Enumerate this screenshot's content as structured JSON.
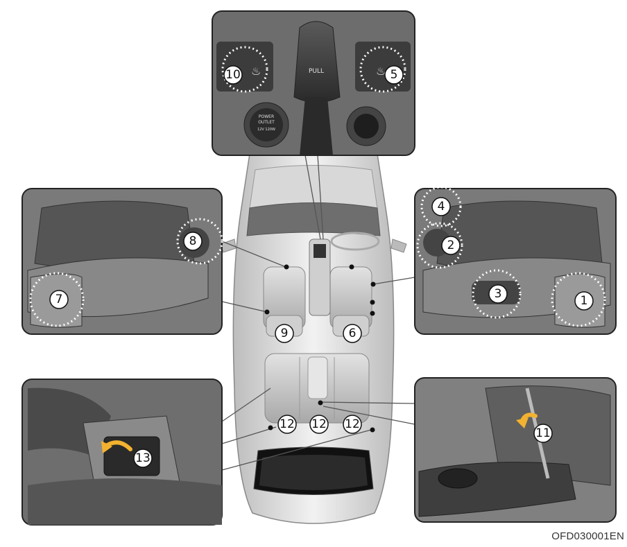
{
  "figure_code": "OFD030001EN",
  "console": {
    "lever_label": "PULL",
    "outlet_label_1": "POWER",
    "outlet_label_2": "OUTLET",
    "outlet_label_3": "12V  120W"
  },
  "callouts": {
    "c1": "1",
    "c2": "2",
    "c3": "3",
    "c4": "4",
    "c5": "5",
    "c6": "6",
    "c7": "7",
    "c8": "8",
    "c9": "9",
    "c10": "10",
    "c11": "11",
    "c12a": "12",
    "c12b": "12",
    "c12c": "12",
    "c13": "13"
  },
  "icons": [
    "seat-heater-icon",
    "recline-arrow-icon"
  ]
}
